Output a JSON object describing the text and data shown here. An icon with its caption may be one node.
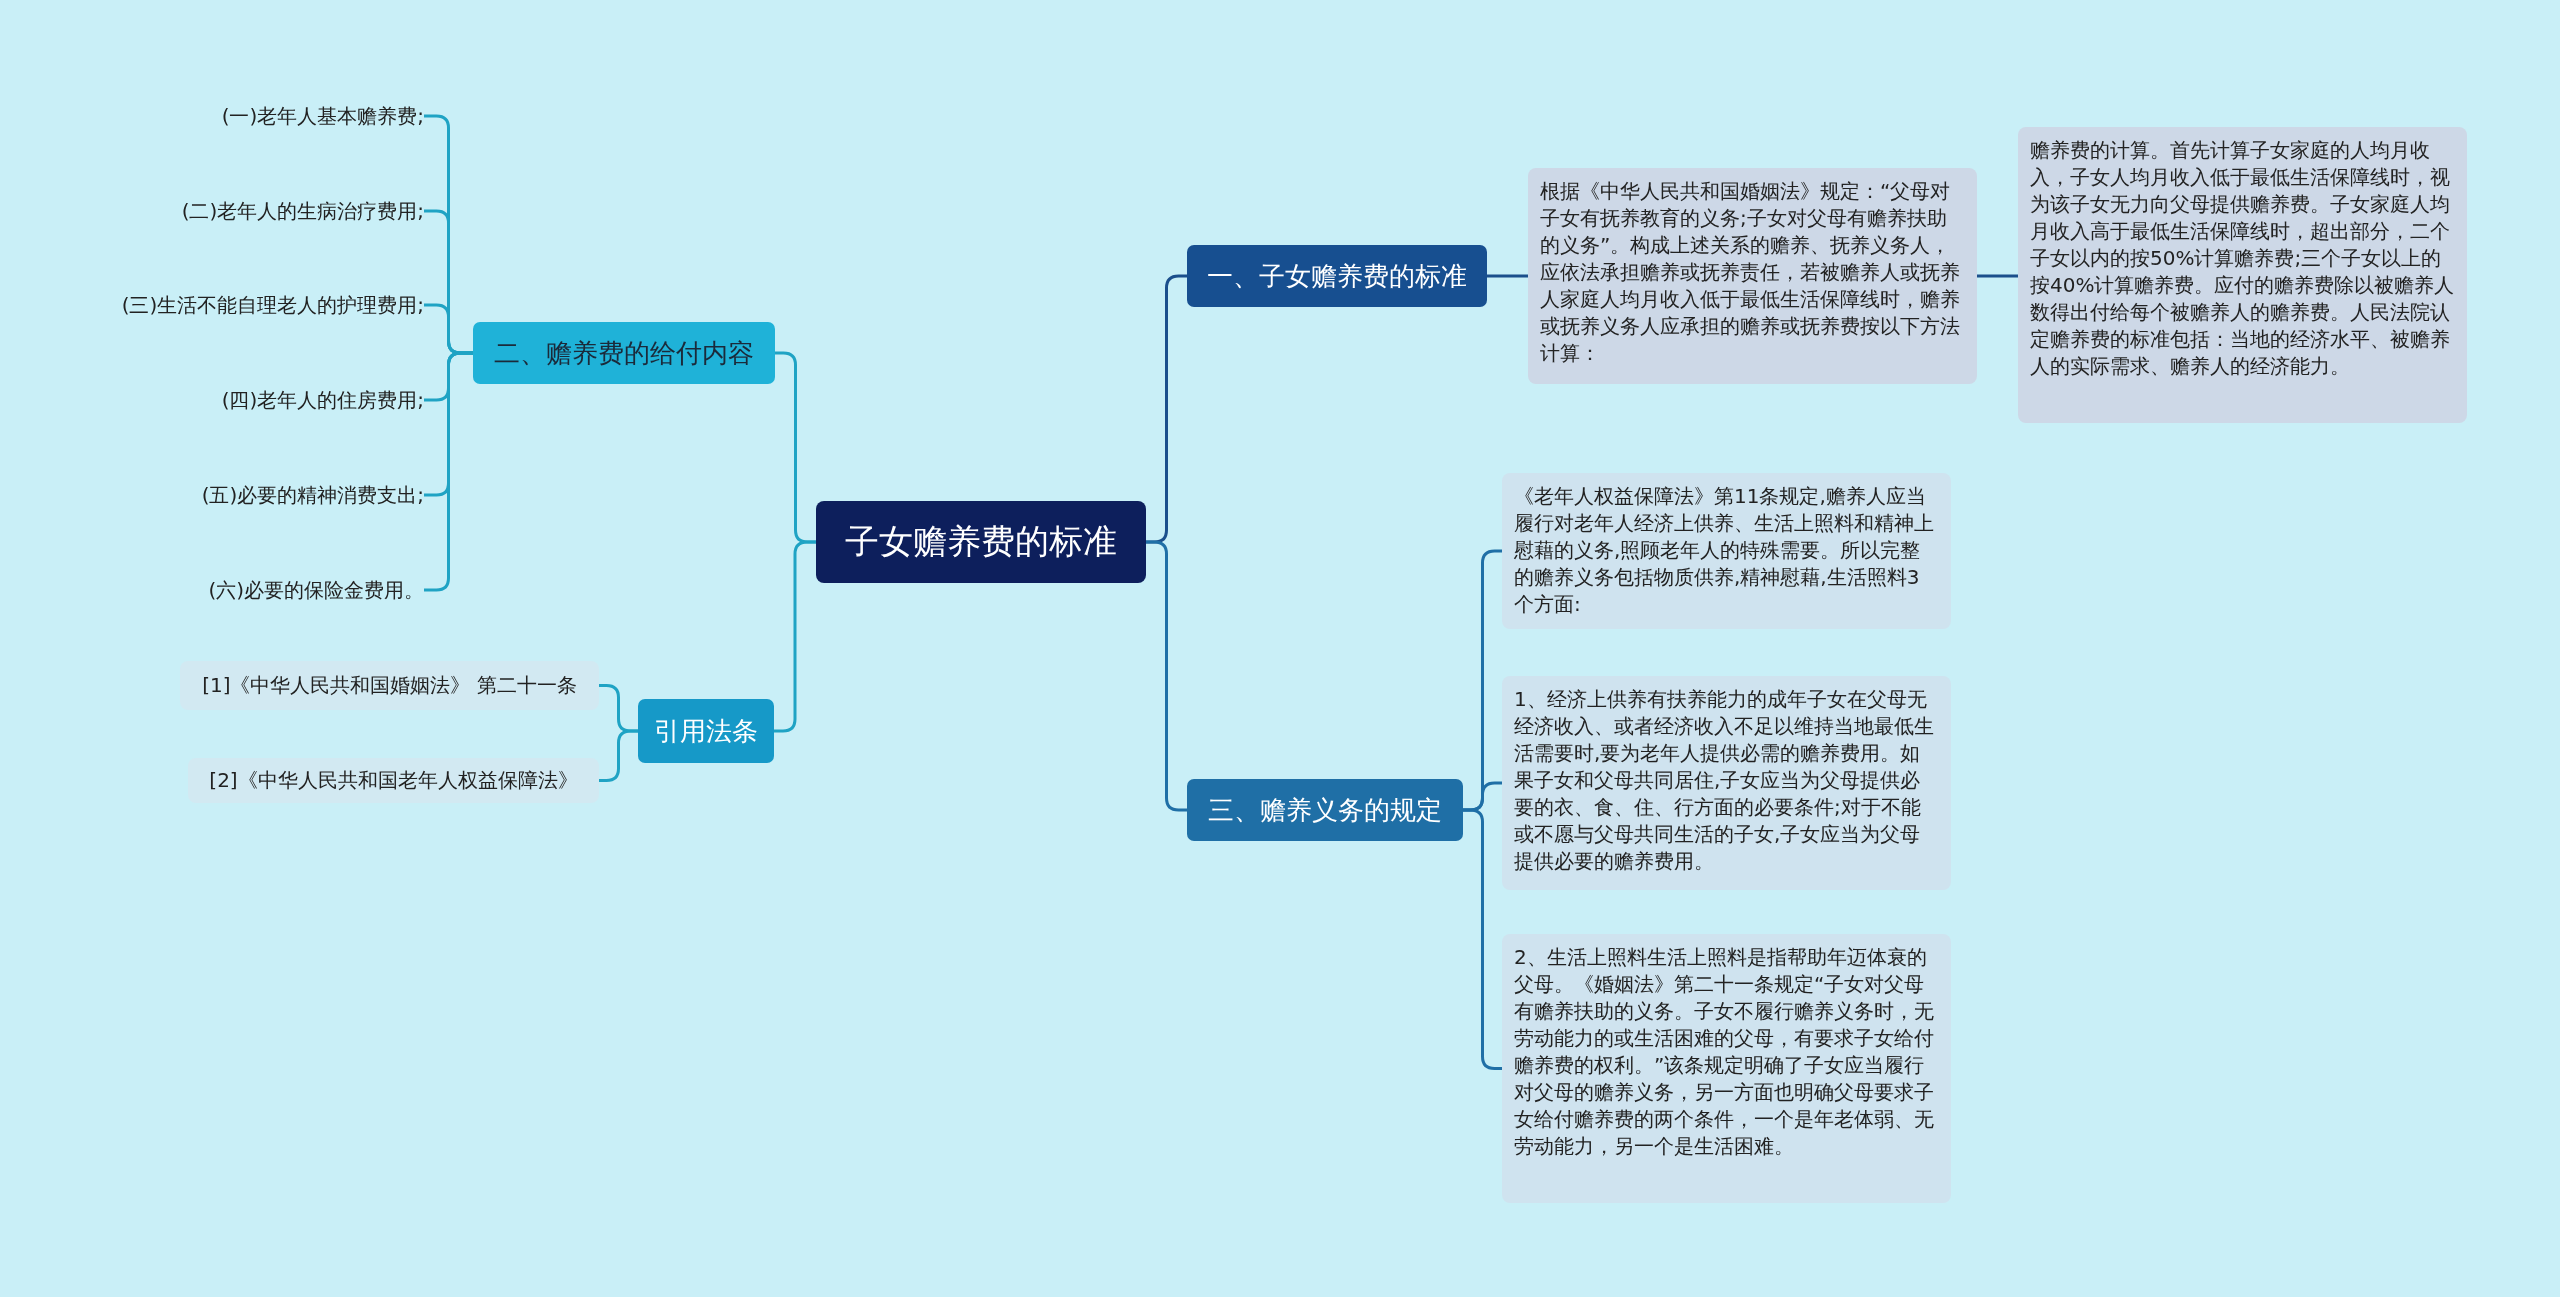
{
  "diagram": {
    "nodes": [
      {
        "text": [
          "子女赡养费的标准"
        ]
      },
      {
        "text": [
          "一、子女赡养费的标准"
        ]
      },
      {
        "text": [
          "根据《中华人民共和国婚姻法》规定：“父母对子女有抚养教育的义务;子女对父母有赡养扶助的义务”。构成上述关系的赡养、抚养义务人，应依法承担赡养或抚养责任，若被赡养人或抚养人家庭人均月收入低于最低生活保障线时，赡养或抚养义务人应承担的赡养或抚养费按以下方法计算："
        ]
      },
      {
        "text": [
          "赡养费的计算。首先计算子女家庭的人均月收入，子女人均月收入低于最低生活保障线时，视为该子女无力向父母提供赡养费。子女家庭人均月收入高于最低生活保障线时，超出部分，二个子女以内的按50%计算赡养费;三个子女以上的按40%计算赡养费。应付的赡养费除以被赡养人数得出付给每个被赡养人的赡养费。人民法院认定赡养费的标准包括：当地的经济水平、被赡养人的实际需求、赡养人的经济能力。"
        ]
      },
      {
        "text": [
          "三、赡养义务的规定"
        ]
      },
      {
        "text": [
          "《老年人权益保障法》第11条规定,赡养人应当履行对老年人经济上供养、生活上照料和精神上慰藉的义务,照顾老年人的特殊需要。所以完整的赡养义务包括物质供养,精神慰藉,生活照料3个方面:"
        ]
      },
      {
        "text": [
          "1、经济上供养有扶养能力的成年子女在父母无经济收入、或者经济收入不足以维持当地最低生活需要时,要为老年人提供必需的赡养费用。如果子女和父母共同居住,子女应当为父母提供必要的衣、食、住、行方面的必要条件;对于不能或不愿与父母共同生活的子女,子女应当为父母提供必要的赡养费用。"
        ]
      },
      {
        "text": [
          "2、生活上照料生活上照料是指帮助年迈体衰的父母。《婚姻法》第二十一条规定“子女对父母有赡养扶助的义务。子女不履行赡养义务时，无劳动能力的或生活困难的父母，有要求子女给付赡养费的权利。”该条规定明确了子女应当履行对父母的赡养义务，另一方面也明确父母要求子女给付赡养费的两个条件，一个是年老体弱、无劳动能力，另一个是生活困难。"
        ]
      },
      {
        "text": [
          "二、赡养费的给付内容"
        ]
      },
      {
        "text": [
          "(一)老年人基本赡养费;"
        ]
      },
      {
        "text": [
          "(二)老年人的生病治疗费用;"
        ]
      },
      {
        "text": [
          "(三)生活不能自理老人的护理费用;"
        ]
      },
      {
        "text": [
          "(四)老年人的住房费用;"
        ]
      },
      {
        "text": [
          "(五)必要的精神消费支出;"
        ]
      },
      {
        "text": [
          "(六)必要的保险金费用。"
        ]
      },
      {
        "text": [
          "引用法条"
        ]
      },
      {
        "text": [
          "[1]《中华人民共和国婚姻法》 第二十一条"
        ]
      },
      {
        "text": [
          "[2]《中华人民共和国老年人权益保障法》"
        ]
      }
    ],
    "edges": [
      {
        "from": 0,
        "to": 1,
        "arrow": "none",
        "color": "#1b4f8c"
      },
      {
        "from": 1,
        "to": 2,
        "arrow": "none",
        "color": "#1b4f8c"
      },
      {
        "from": 2,
        "to": 3,
        "arrow": "none",
        "color": "#1b4f8c"
      },
      {
        "from": 0,
        "to": 4,
        "arrow": "none",
        "color": "#1f6fa6"
      },
      {
        "from": 4,
        "to": 5,
        "arrow": "none",
        "color": "#1f6fa6"
      },
      {
        "from": 4,
        "to": 6,
        "arrow": "none",
        "color": "#1f6fa6"
      },
      {
        "from": 4,
        "to": 7,
        "arrow": "none",
        "color": "#1f6fa6"
      },
      {
        "from": 0,
        "to": 8,
        "arrow": "none"
      },
      {
        "from": 8,
        "to": 9,
        "arrow": "none"
      },
      {
        "from": 8,
        "to": 10,
        "arrow": "none"
      },
      {
        "from": 8,
        "to": 11,
        "arrow": "none"
      },
      {
        "from": 8,
        "to": 12,
        "arrow": "none"
      },
      {
        "from": 8,
        "to": 13,
        "arrow": "none"
      },
      {
        "from": 8,
        "to": 14,
        "arrow": "none"
      },
      {
        "from": 0,
        "to": 15,
        "arrow": "none"
      },
      {
        "from": 15,
        "to": 16,
        "arrow": "none"
      },
      {
        "from": 15,
        "to": 17,
        "arrow": "none"
      }
    ]
  }
}
